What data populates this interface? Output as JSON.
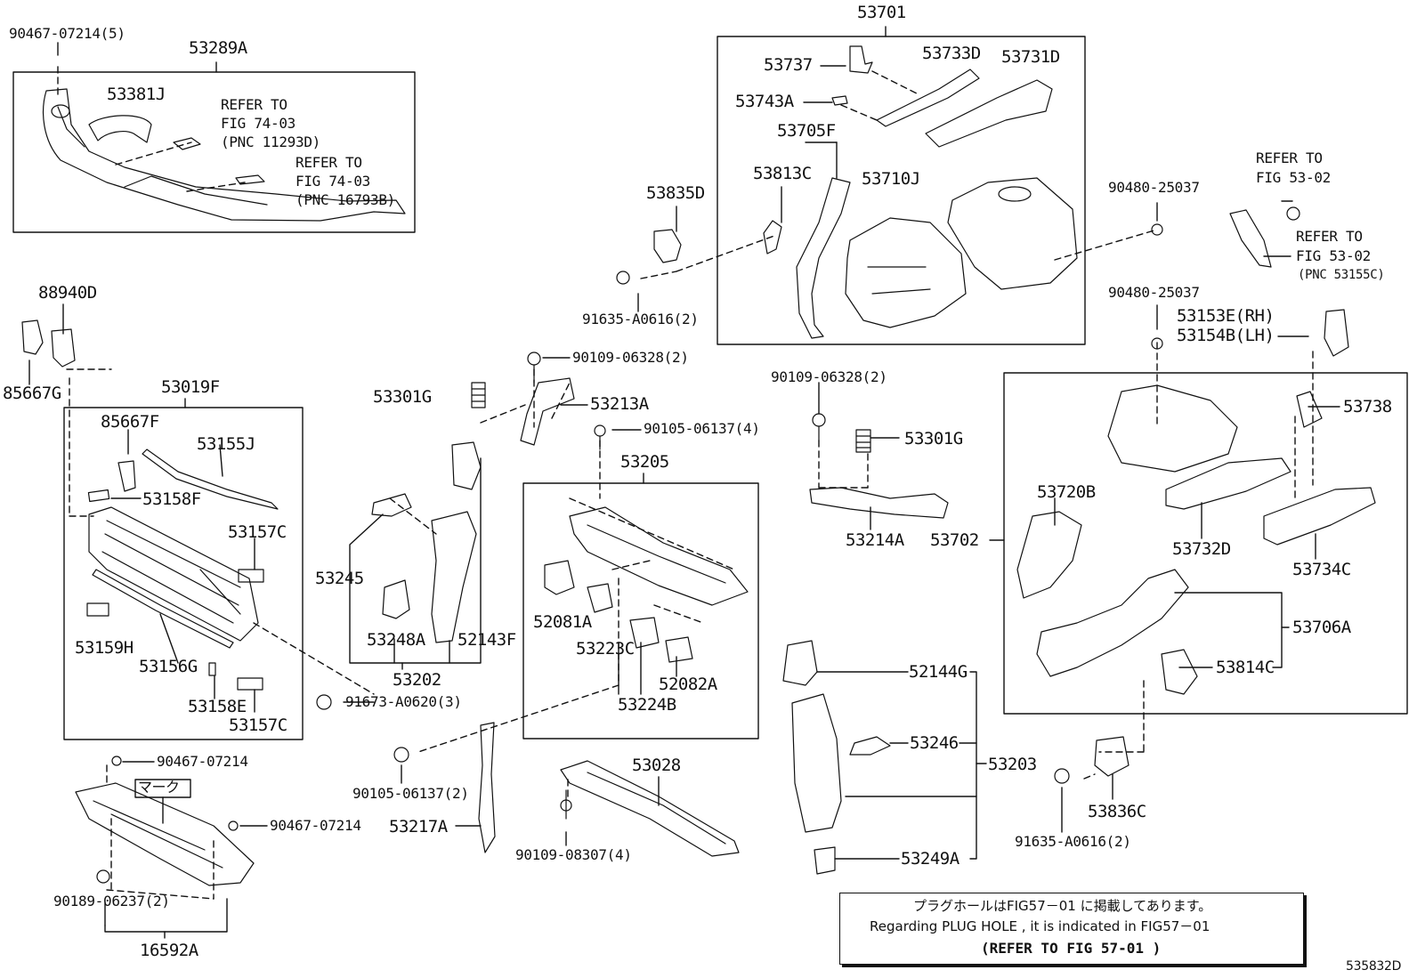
{
  "diagram": {
    "doc_id": "535832D",
    "labels": {
      "p90467_07214_5": "90467-07214(5)",
      "p53289A": "53289A",
      "p53381J": "53381J",
      "refer1_a": "REFER TO",
      "refer1_b": "FIG 74-03",
      "refer1_c": "(PNC 11293D)",
      "refer2_a": "REFER TO",
      "refer2_b": "FIG 74-03",
      "refer2_c": "(PNC 16793B)",
      "p53701": "53701",
      "p53737": "53737",
      "p53733D": "53733D",
      "p53731D": "53731D",
      "p53743A": "53743A",
      "p53705F": "53705F",
      "p53813C": "53813C",
      "p53710J": "53710J",
      "p53835D": "53835D",
      "p91635_A0616_2a": "91635-A0616(2)",
      "p90480_25037a": "90480-25037",
      "refer3_a": "REFER TO",
      "refer3_b": "FIG 53-02",
      "refer4_a": "REFER TO",
      "refer4_b": "FIG 53-02",
      "refer4_c": "(PNC 53155C)",
      "p88940D": "88940D",
      "p85667G": "85667G",
      "p53019F": "53019F",
      "p85667F": "85667F",
      "p53155J": "53155J",
      "p53158F": "53158F",
      "p53157C_a": "53157C",
      "p53159H": "53159H",
      "p53156G": "53156G",
      "p53158E": "53158E",
      "p53157C_b": "53157C",
      "p90109_06328_2a": "90109-06328(2)",
      "p53301G_a": "53301G",
      "p53213A": "53213A",
      "p90105_06137_4": "90105-06137(4)",
      "p53205": "53205",
      "p53245": "53245",
      "p53248A": "53248A",
      "p52143F": "52143F",
      "p53202": "53202",
      "p91673_A0620_3": "91673-A0620(3)",
      "p52081A": "52081A",
      "p53223C": "53223C",
      "p52082A": "52082A",
      "p53224B": "53224B",
      "p90109_06328_2b": "90109-06328(2)",
      "p53301G_b": "53301G",
      "p53214A": "53214A",
      "p53702": "53702",
      "p90480_25037b": "90480-25037",
      "p53153E": "53153E(RH)",
      "p53154B": "53154B(LH)",
      "p53738": "53738",
      "p53720B": "53720B",
      "p53732D": "53732D",
      "p53734C": "53734C",
      "p53706A": "53706A",
      "p53814C": "53814C",
      "p90467_07214a": "90467-07214",
      "mark": "マーク",
      "p90467_07214b": "90467-07214",
      "p90189_06237_2": "90189-06237(2)",
      "p16592A": "16592A",
      "p90105_06137_2": "90105-06137(2)",
      "p53217A": "53217A",
      "p53028": "53028",
      "p90109_08307_4": "90109-08307(4)",
      "p52144G": "52144G",
      "p53246": "53246",
      "p53203": "53203",
      "p53249A": "53249A",
      "p91635_A0616_2b": "91635-A0616(2)",
      "p53836C": "53836C"
    },
    "note": {
      "line_jp": "プラグホールはFIG57－01 に掲載してあります。",
      "line_en": "Regarding  PLUG HOLE , it is  indicated  in  FIG57－01",
      "line_ref": "(REFER TO FIG 57-01  )"
    }
  }
}
